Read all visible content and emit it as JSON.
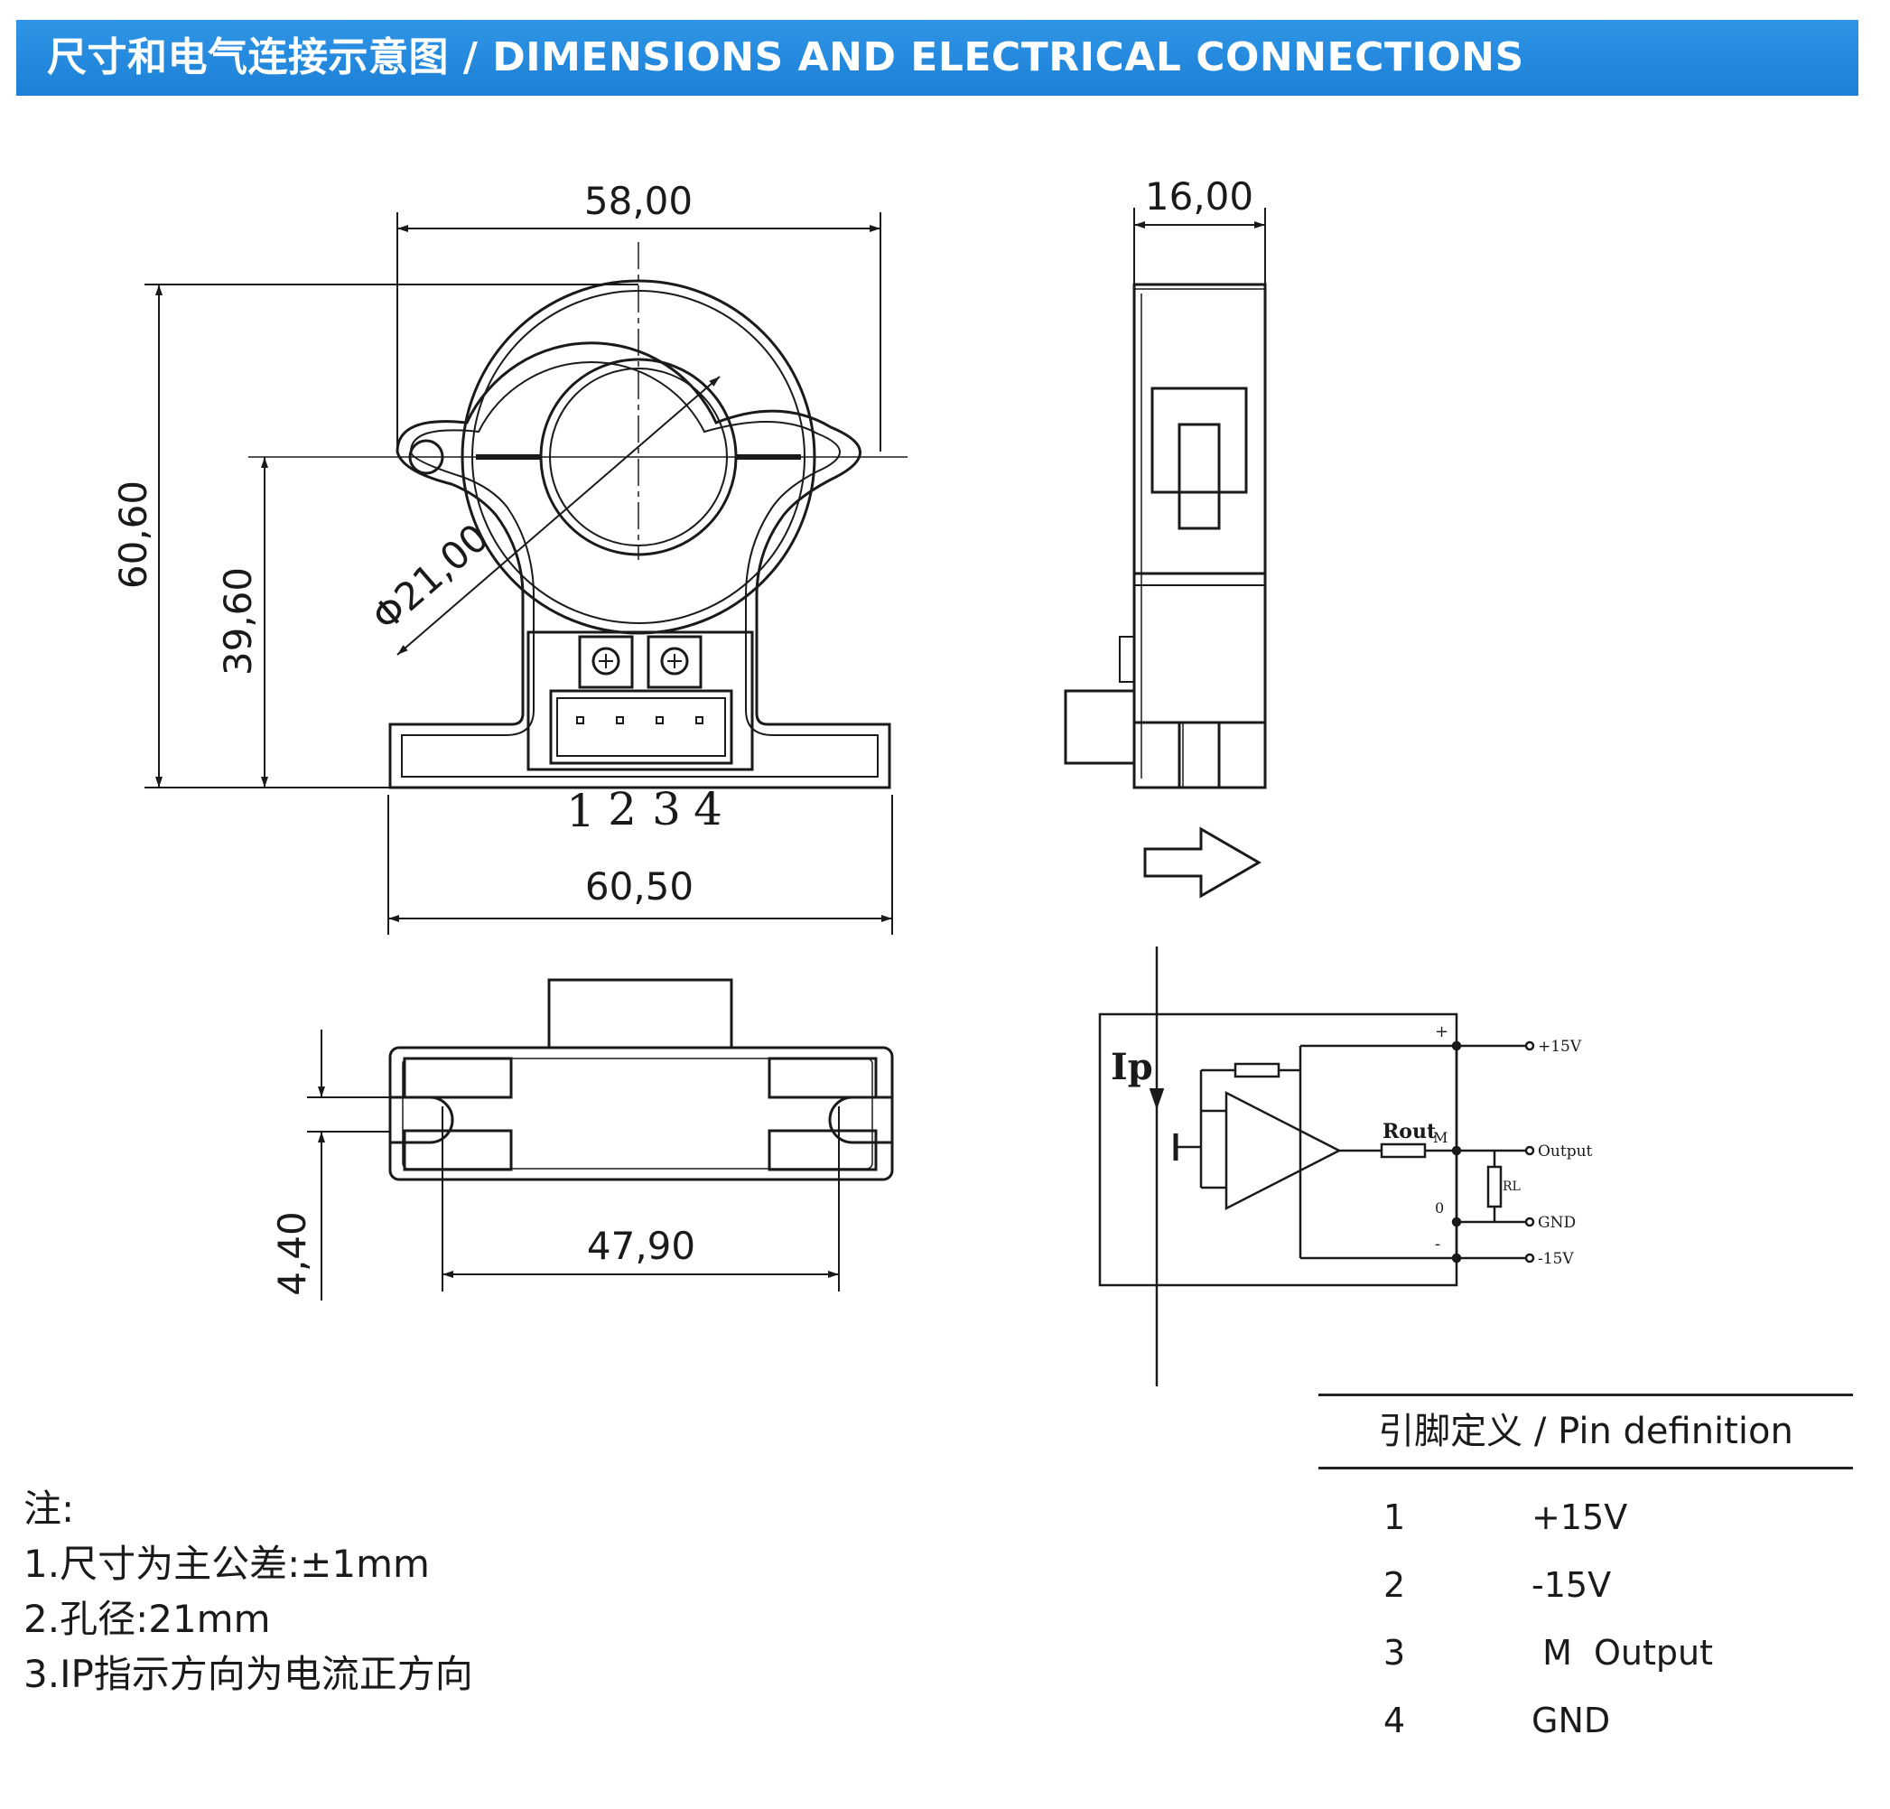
{
  "header": {
    "title": "尺寸和电气连接示意图 / DIMENSIONS AND ELECTRICAL CONNECTIONS"
  },
  "dimensions": {
    "top_width": "58,00",
    "total_height": "60,60",
    "center_height": "39,60",
    "hole_diameter": "Φ21,00",
    "base_width": "60,50",
    "side_thickness": "16,00",
    "slot_width": "4,40",
    "mount_spacing": "47,90"
  },
  "connector_pins": [
    "1",
    "2",
    "3",
    "4"
  ],
  "schematic": {
    "ip_label": "Ip",
    "rout_label": "Rout",
    "rl_label": "RL",
    "m_label": "M",
    "plus_mark": "+",
    "zero_mark": "0",
    "minus_mark": "-",
    "terminals": [
      "+15V",
      "Output",
      "GND",
      "-15V"
    ]
  },
  "notes": {
    "heading": "注:",
    "items": [
      "1.尺寸为主公差:±1mm",
      "2.孔径:21mm",
      "3.IP指示方向为电流正方向"
    ]
  },
  "pin_definition": {
    "title": "引脚定义 / Pin definition",
    "rows": [
      {
        "pin": "1",
        "function": "+15V"
      },
      {
        "pin": "2",
        "function": "-15V"
      },
      {
        "pin": "3",
        "function": " M  Output"
      },
      {
        "pin": "4",
        "function": "GND"
      }
    ]
  }
}
